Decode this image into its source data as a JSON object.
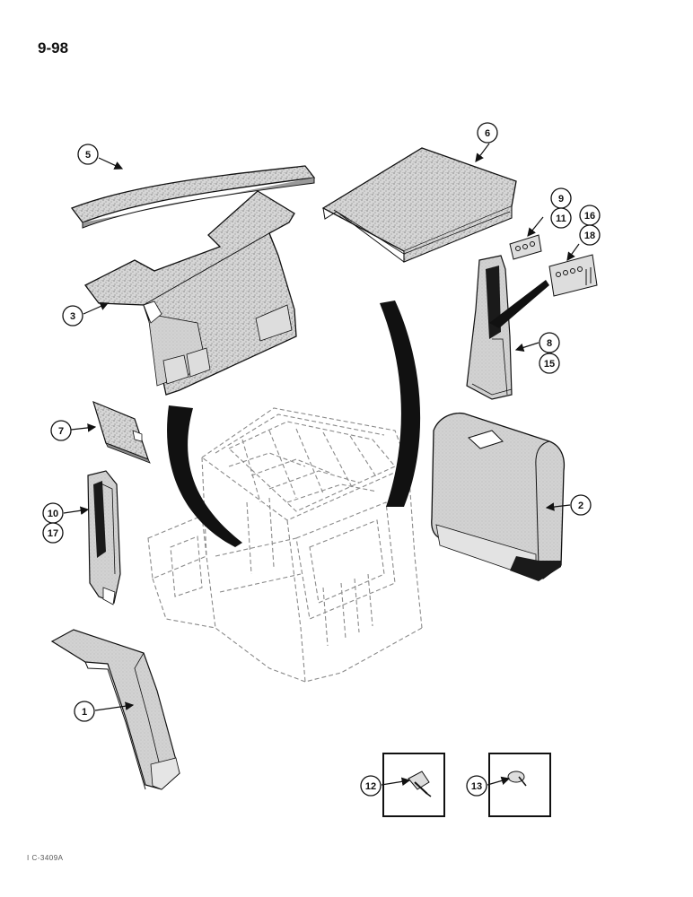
{
  "page_number": "9-98",
  "footer_code": "I C-3409A",
  "colors": {
    "ink": "#111111",
    "panel_fill": "#cfcfcf",
    "panel_side": "#9a9a9a",
    "dark_band": "#1a1a1a",
    "dashed_cab": "#8a8a8a"
  },
  "callouts": {
    "c1": "1",
    "c2": "2",
    "c3": "3",
    "c5": "5",
    "c6": "6",
    "c7": "7",
    "c8": "8",
    "c9": "9",
    "c10": "10",
    "c11": "11",
    "c12": "12",
    "c13": "13",
    "c15": "15",
    "c16": "16",
    "c17": "17",
    "c18": "18"
  },
  "parts": [
    "foam-strip",
    "headliner-panel",
    "roof-headliner",
    "rear-cover",
    "corner-pad",
    "front-pillar-trim",
    "rear-pillar-trim",
    "floor-trim",
    "clip-strip-small",
    "clip-strip-large",
    "screw-fastener",
    "push-rivet-fastener",
    "cab-frame-outline",
    "arrow-left",
    "arrow-right"
  ]
}
